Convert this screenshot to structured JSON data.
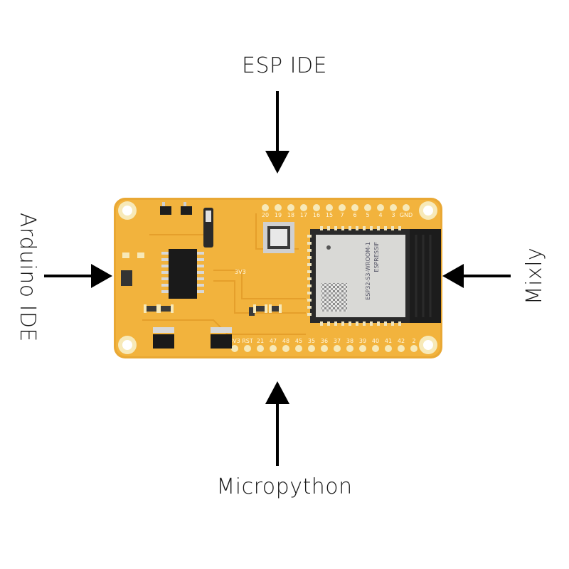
{
  "labels": {
    "top": "ESP IDE",
    "bottom": "Micropython",
    "left": "Arduino IDE",
    "right": "Mixly"
  },
  "board": {
    "top_pins": [
      "20",
      "19",
      "18",
      "17",
      "16",
      "15",
      "7",
      "6",
      "5",
      "4",
      "3",
      "GND"
    ],
    "bottom_pins": [
      "3V3",
      "RST",
      "21",
      "47",
      "48",
      "45",
      "35",
      "36",
      "37",
      "38",
      "39",
      "40",
      "41",
      "42",
      "2"
    ],
    "module_marking": [
      "ESPRESSIF",
      "ESP32-S3-WROOM-1"
    ],
    "silk": "3V3",
    "colors": {
      "pcb": "#f2b33d",
      "pcb_edge": "#e2a22e",
      "pad": "#f7e9b8",
      "module": "#d9d9d6",
      "antenna": "#1c1c1c"
    }
  },
  "arrows": {
    "color": "#000000"
  }
}
